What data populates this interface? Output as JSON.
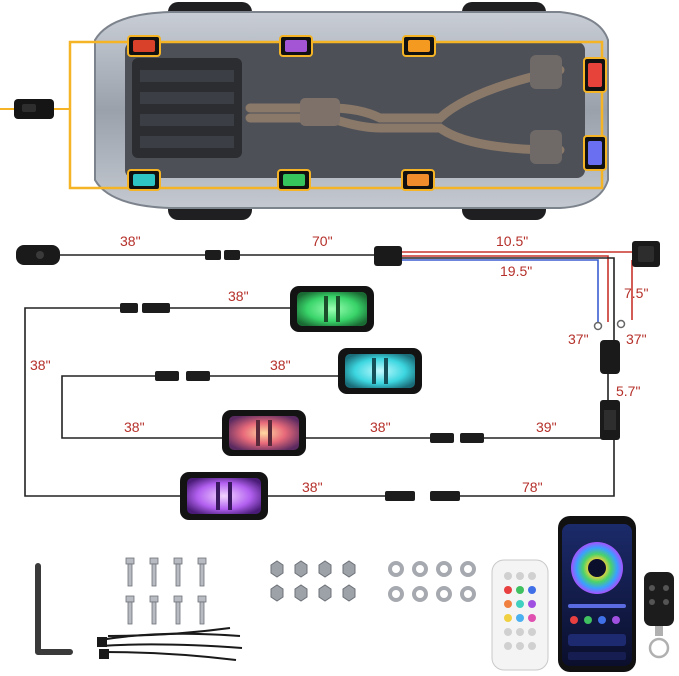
{
  "car": {
    "pod_colors": [
      "#d9412b",
      "#a455d6",
      "#f59a20",
      "#e8433b",
      "#6a6ef0",
      "#2fc4c4",
      "#36c45d",
      "#f08c2b"
    ]
  },
  "wiring": {
    "labels": {
      "switch_to_joint": "38\"",
      "joint_to_box": "70\"",
      "red_lead": "10.5\"",
      "blue_lead": "19.5\"",
      "short_lead": "7.5\"",
      "left_ring": "37\"",
      "right_ring": "37\"",
      "box_to_controller": "5.7\"",
      "green_pod_lead": "38\"",
      "left_loop": "38\"",
      "cyan_pod_lead": "38\"",
      "orange_pod_left": "38\"",
      "orange_pod_right": "38\"",
      "controller_upper": "39\"",
      "purple_pod_lead": "38\"",
      "controller_lower": "78\""
    },
    "pod_colors": {
      "green": "#39d46a",
      "cyan": "#3cd6e0",
      "orange": "#f2a03a",
      "purple": "#b260f0"
    },
    "wire_colors": {
      "black": "#222222",
      "red": "#c8342c",
      "blue": "#3a5fd0"
    }
  },
  "accessories": {
    "items": [
      "allen-key",
      "bolts",
      "hex-nuts",
      "washers",
      "cable-ties",
      "ir-remote",
      "phone-app",
      "key-fob-remote"
    ]
  }
}
